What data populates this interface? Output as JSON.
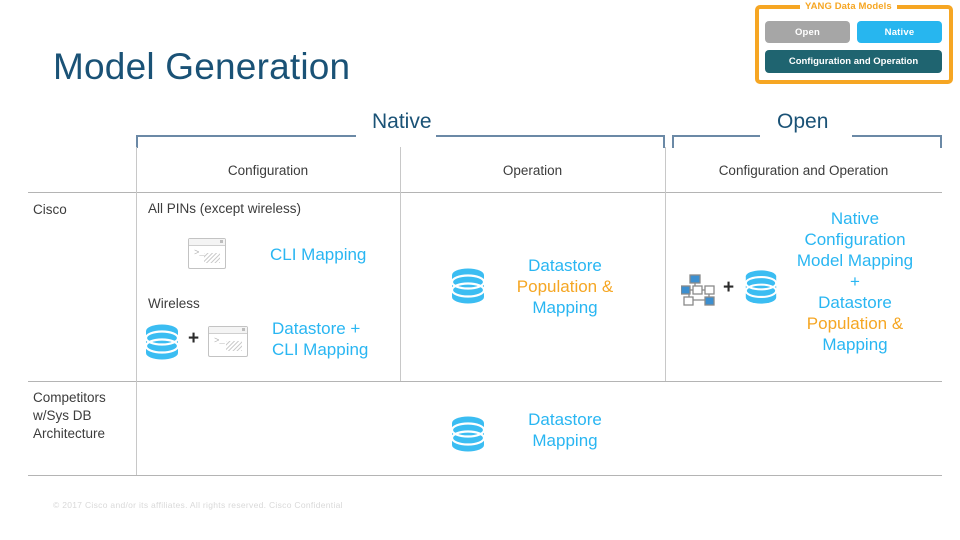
{
  "slide": {
    "title": "Model Generation",
    "footer": "© 2017  Cisco and/or its affiliates. All rights reserved.   Cisco Confidential"
  },
  "legend": {
    "box_title": "YANG Data Models",
    "border_color": "#f6a623",
    "buttons": [
      {
        "label": "Open",
        "color": "#a6a6a6"
      },
      {
        "label": "Native",
        "color": "#27b6ef"
      },
      {
        "label": "Configuration and Operation",
        "color": "#1f6470"
      }
    ]
  },
  "groups": [
    {
      "label": "Native"
    },
    {
      "label": "Open"
    }
  ],
  "table": {
    "columns": [
      {
        "header": "Configuration"
      },
      {
        "header": "Operation"
      },
      {
        "header": "Configuration and Operation"
      }
    ],
    "rows": [
      {
        "label": "Cisco",
        "configuration": {
          "segment_1_label": "All PINs (except wireless)",
          "segment_1_icons": [
            "terminal-icon"
          ],
          "segment_1_mapping": "CLI Mapping",
          "segment_2_label": "Wireless",
          "segment_2_icons": [
            "database-icon",
            "plus",
            "terminal-icon"
          ],
          "segment_2_mapping_line1": "Datastore +",
          "segment_2_mapping_line2": "CLI Mapping"
        },
        "operation": {
          "icons": [
            "database-icon"
          ],
          "mapping_line1": "Datastore",
          "mapping_line2": "Population &",
          "mapping_line3": "Mapping"
        },
        "configuration_and_operation": {
          "icons": [
            "network-topology-icon",
            "plus",
            "database-icon"
          ],
          "mapping_line1": "Native",
          "mapping_line2": "Configuration",
          "mapping_line3": "Model Mapping",
          "mapping_line4": "+",
          "mapping_line5": "Datastore",
          "mapping_line6": "Population &",
          "mapping_line7": "Mapping"
        }
      },
      {
        "label": "Competitors w/Sys DB Architecture",
        "label_line1": "Competitors",
        "label_line2": "w/Sys DB",
        "label_line3": "Architecture",
        "operation": {
          "icons": [
            "database-icon"
          ],
          "mapping_line1": "Datastore",
          "mapping_line2": "Mapping"
        }
      }
    ]
  },
  "colors": {
    "title_blue": "#1a5276",
    "cyan": "#29b6f2",
    "orange": "#f5a623",
    "teal": "#1f6470",
    "gray": "#a6a6a6"
  }
}
